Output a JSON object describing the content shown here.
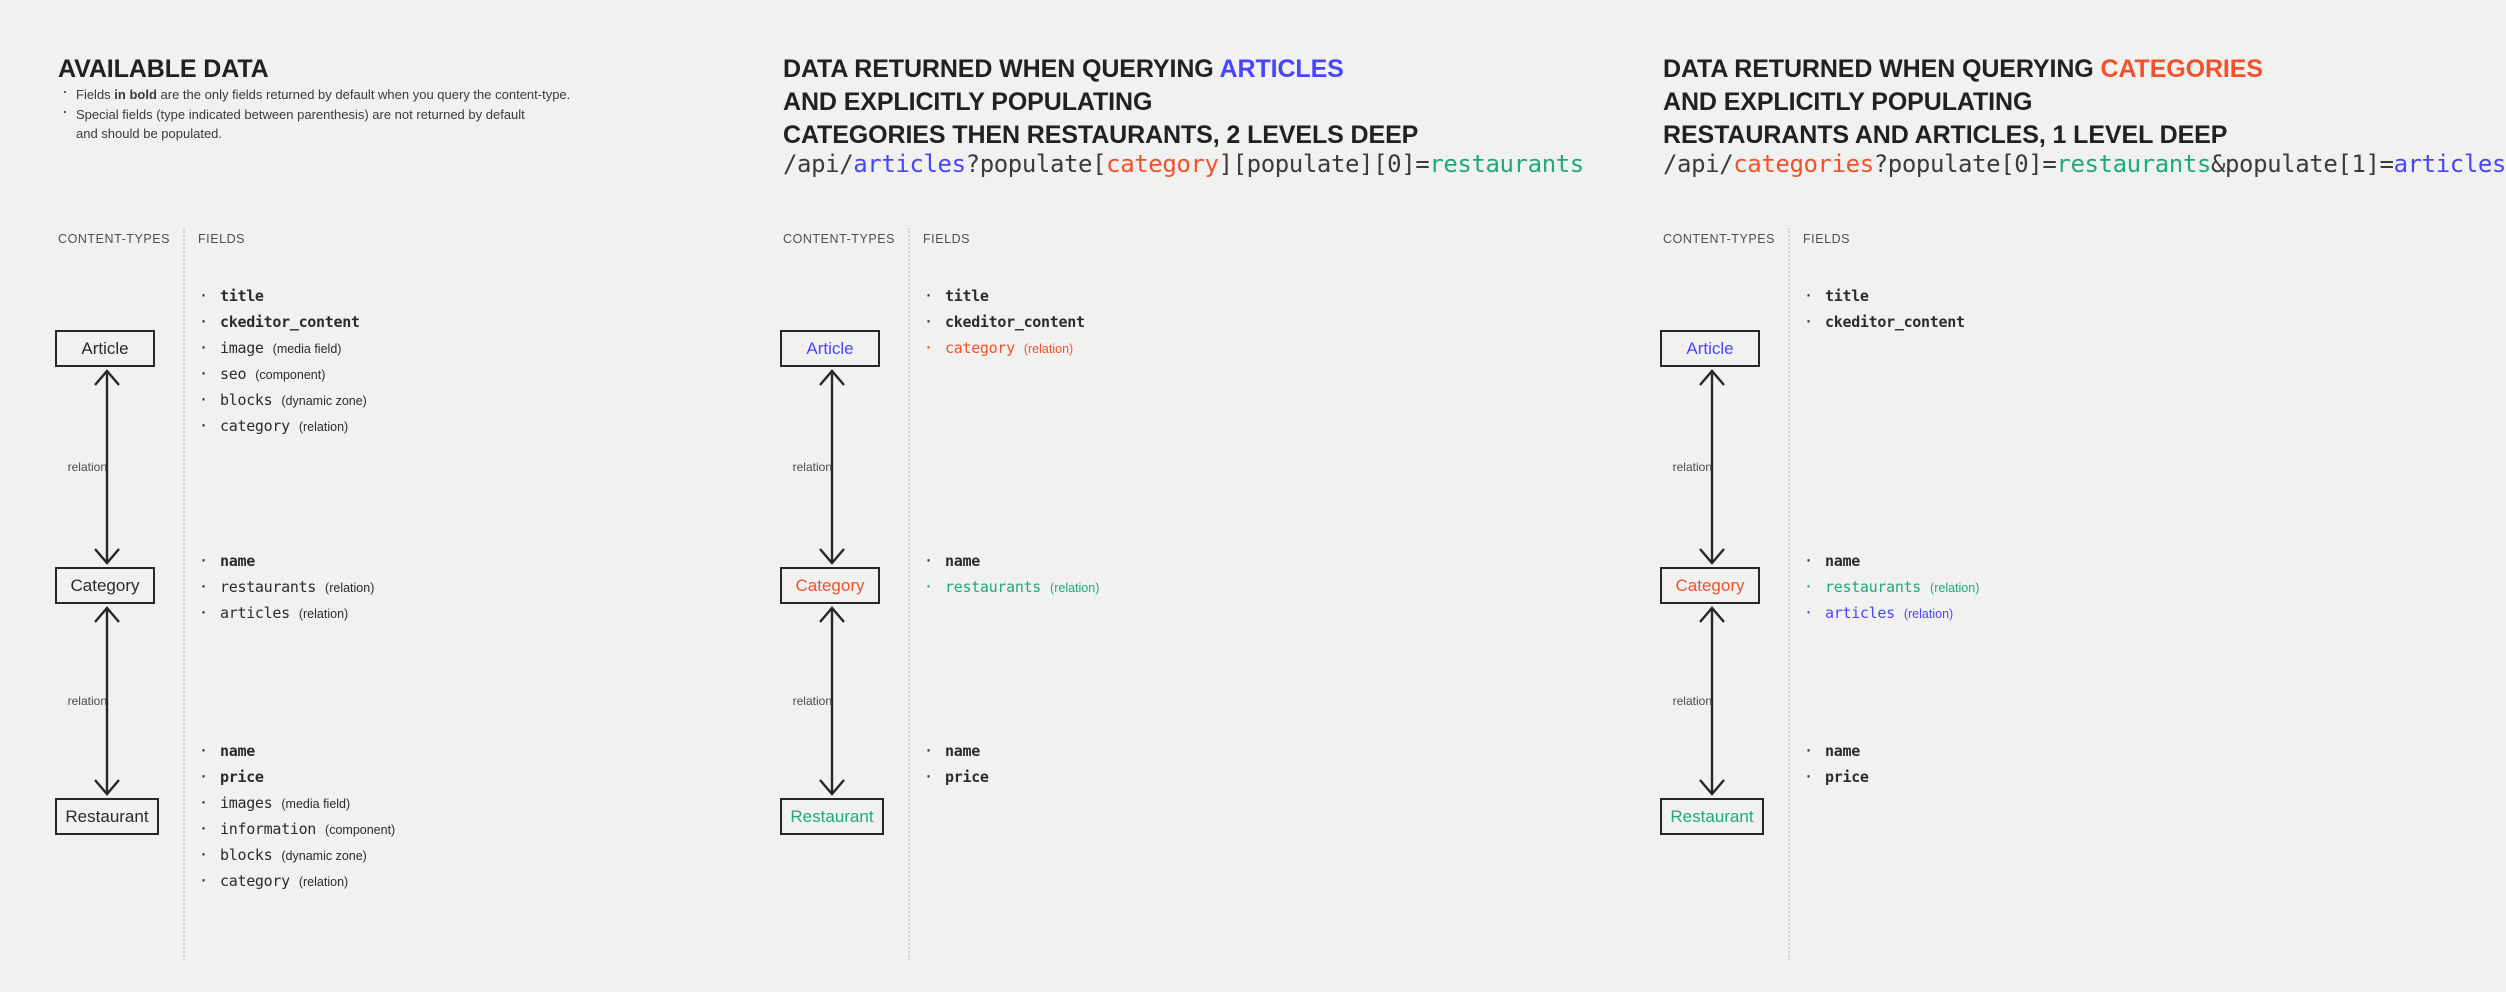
{
  "colors": {
    "background": "#f1f1f0",
    "text": "#2b2b2b",
    "articles_blue": "#4945ff",
    "categories_red": "#f5502c",
    "restaurants_teal": "#1fa97f",
    "divider": "#d2d2d0"
  },
  "panels": [
    {
      "id": "available-data",
      "heading": {
        "prefix": "AVAILABLE DATA",
        "accent": "",
        "line2": "",
        "line3": ""
      },
      "intro": [
        "Fields in bold are the only fields returned by default when you query the content-type.",
        "Special fields (type indicated between parenthesis) are not returned by default and should be populated."
      ],
      "intro_bold_segment": "in bold",
      "api": null,
      "labels": {
        "content_types": "CONTENT-TYPES",
        "fields": "FIELDS"
      },
      "relation_label": "relation",
      "entities": [
        {
          "name": "Article",
          "color": "default"
        },
        {
          "name": "Category",
          "color": "default"
        },
        {
          "name": "Restaurant",
          "color": "default"
        }
      ],
      "fields": {
        "article": [
          {
            "name": "title",
            "type": "",
            "bold": true,
            "color": "default"
          },
          {
            "name": "ckeditor_content",
            "type": "",
            "bold": true,
            "color": "default"
          },
          {
            "name": "image",
            "type": "(media field)",
            "bold": false,
            "color": "default"
          },
          {
            "name": "seo",
            "type": "(component)",
            "bold": false,
            "color": "default"
          },
          {
            "name": "blocks",
            "type": "(dynamic zone)",
            "bold": false,
            "color": "default"
          },
          {
            "name": "category",
            "type": "(relation)",
            "bold": false,
            "color": "default"
          }
        ],
        "category": [
          {
            "name": "name",
            "type": "",
            "bold": true,
            "color": "default"
          },
          {
            "name": "restaurants",
            "type": "(relation)",
            "bold": false,
            "color": "default"
          },
          {
            "name": "articles",
            "type": "(relation)",
            "bold": false,
            "color": "default"
          }
        ],
        "restaurant": [
          {
            "name": "name",
            "type": "",
            "bold": true,
            "color": "default"
          },
          {
            "name": "price",
            "type": "",
            "bold": true,
            "color": "default"
          },
          {
            "name": "images",
            "type": "(media field)",
            "bold": false,
            "color": "default"
          },
          {
            "name": "information",
            "type": "(component)",
            "bold": false,
            "color": "default"
          },
          {
            "name": "blocks",
            "type": "(dynamic zone)",
            "bold": false,
            "color": "default"
          },
          {
            "name": "category",
            "type": "(relation)",
            "bold": false,
            "color": "default"
          }
        ]
      }
    },
    {
      "id": "query-articles",
      "heading": {
        "prefix": "DATA RETURNED WHEN QUERYING ",
        "accent": "ARTICLES",
        "accent_color": "articles_blue",
        "line2": "AND EXPLICITLY POPULATING",
        "line3": "CATEGORIES THEN RESTAURANTS, 2 LEVELS DEEP"
      },
      "api": {
        "segments": [
          {
            "text": "/api/",
            "color": "default"
          },
          {
            "text": "articles",
            "color": "blue"
          },
          {
            "text": "?populate[",
            "color": "default"
          },
          {
            "text": "category",
            "color": "red"
          },
          {
            "text": "][populate][0]=",
            "color": "default"
          },
          {
            "text": "restaurants",
            "color": "teal"
          }
        ],
        "full": "/api/articles?populate[category][populate][0]=restaurants"
      },
      "labels": {
        "content_types": "CONTENT-TYPES",
        "fields": "FIELDS"
      },
      "relation_label": "relation",
      "entities": [
        {
          "name": "Article",
          "color": "blue"
        },
        {
          "name": "Category",
          "color": "red"
        },
        {
          "name": "Restaurant",
          "color": "teal"
        }
      ],
      "fields": {
        "article": [
          {
            "name": "title",
            "type": "",
            "bold": true,
            "color": "default"
          },
          {
            "name": "ckeditor_content",
            "type": "",
            "bold": true,
            "color": "default"
          },
          {
            "name": "category",
            "type": "(relation)",
            "bold": false,
            "color": "red"
          }
        ],
        "category": [
          {
            "name": "name",
            "type": "",
            "bold": true,
            "color": "default"
          },
          {
            "name": "restaurants",
            "type": "(relation)",
            "bold": false,
            "color": "teal"
          }
        ],
        "restaurant": [
          {
            "name": "name",
            "type": "",
            "bold": true,
            "color": "default"
          },
          {
            "name": "price",
            "type": "",
            "bold": true,
            "color": "default"
          }
        ]
      }
    },
    {
      "id": "query-categories",
      "heading": {
        "prefix": "DATA RETURNED WHEN QUERYING ",
        "accent": "CATEGORIES",
        "accent_color": "categories_red",
        "line2": "AND EXPLICITLY POPULATING",
        "line3": "RESTAURANTS AND ARTICLES, 1 LEVEL DEEP"
      },
      "api": {
        "segments": [
          {
            "text": "/api/",
            "color": "default"
          },
          {
            "text": "categories",
            "color": "red"
          },
          {
            "text": "?populate[0]=",
            "color": "default"
          },
          {
            "text": "restaurants",
            "color": "teal"
          },
          {
            "text": "&populate[1]=",
            "color": "default"
          },
          {
            "text": "articles",
            "color": "blue"
          }
        ],
        "full": "/api/categories?populate[0]=restaurants&populate[1]=articles"
      },
      "labels": {
        "content_types": "CONTENT-TYPES",
        "fields": "FIELDS"
      },
      "relation_label": "relation",
      "entities": [
        {
          "name": "Article",
          "color": "blue"
        },
        {
          "name": "Category",
          "color": "red"
        },
        {
          "name": "Restaurant",
          "color": "teal"
        }
      ],
      "fields": {
        "article": [
          {
            "name": "title",
            "type": "",
            "bold": true,
            "color": "default"
          },
          {
            "name": "ckeditor_content",
            "type": "",
            "bold": true,
            "color": "default"
          }
        ],
        "category": [
          {
            "name": "name",
            "type": "",
            "bold": true,
            "color": "default"
          },
          {
            "name": "restaurants",
            "type": "(relation)",
            "bold": false,
            "color": "teal"
          },
          {
            "name": "articles",
            "type": "(relation)",
            "bold": false,
            "color": "blue"
          }
        ],
        "restaurant": [
          {
            "name": "name",
            "type": "",
            "bold": true,
            "color": "default"
          },
          {
            "name": "price",
            "type": "",
            "bold": true,
            "color": "default"
          }
        ]
      }
    }
  ]
}
